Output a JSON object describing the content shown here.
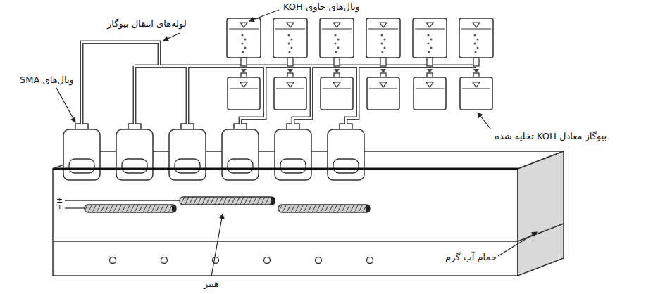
{
  "diagram": {
    "labels": [
      "ویال‌های حاوی KOH",
      "لوله‌های انتقال بیوگاز",
      "ویال‌های SMA",
      "بیوگاز معادل KOH تخلیه شده",
      "±",
      "±",
      "حمام آب گرم",
      "هیتر"
    ]
  }
}
